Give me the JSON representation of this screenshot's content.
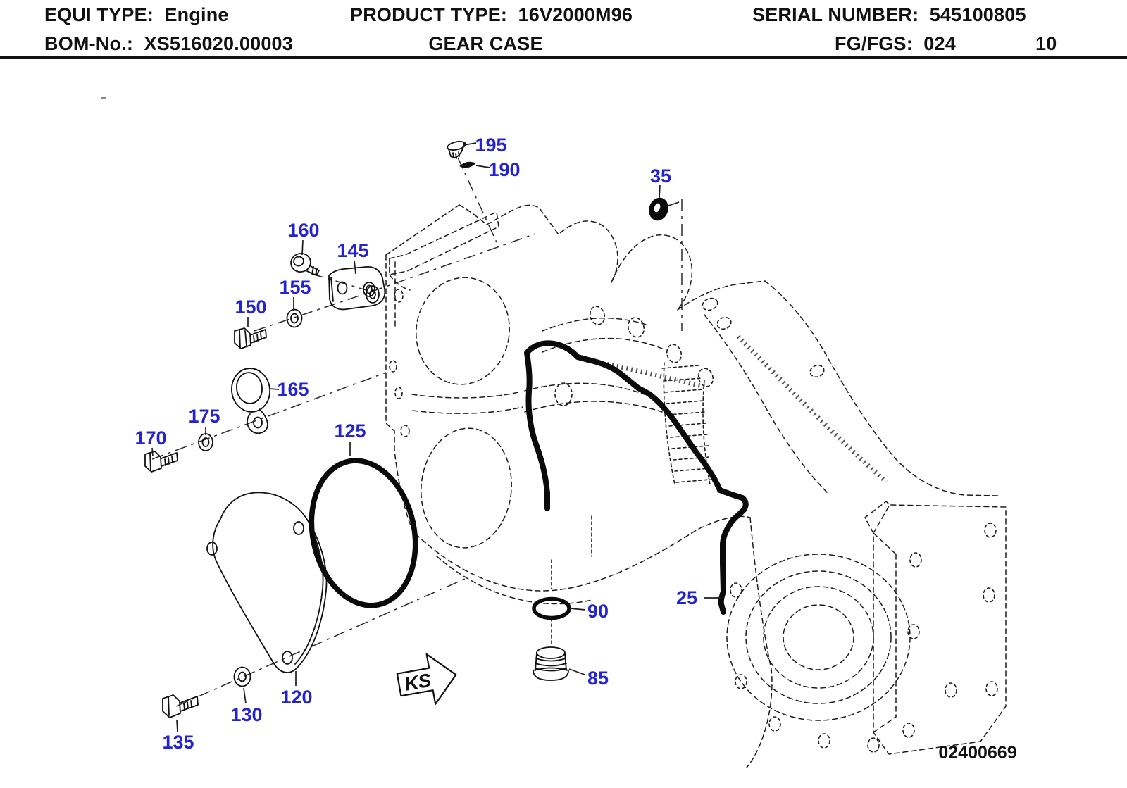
{
  "header": {
    "equi_type_label": "EQUI TYPE:",
    "equi_type_value": "Engine",
    "product_type_label": "PRODUCT TYPE:",
    "product_type_value": "16V2000M96",
    "serial_label": "SERIAL NUMBER:",
    "serial_value": "545100805",
    "bom_label": "BOM-No.:",
    "bom_value": "XS516020.00003",
    "sheet_title": "GEAR CASE",
    "fg_label": "FG/FGS:",
    "fg_value": "024",
    "page_number": "10"
  },
  "diagram": {
    "drawing_number": "02400669",
    "direction_marker": "KS",
    "colors": {
      "callout_blue": "#2424cf",
      "line_black": "#1c1c1c"
    },
    "callouts": {
      "c25": {
        "label": "25",
        "part": "gasket"
      },
      "c35": {
        "label": "35",
        "part": "seal-ring"
      },
      "c85": {
        "label": "85",
        "part": "screw-plug"
      },
      "c90": {
        "label": "90",
        "part": "o-ring"
      },
      "c120": {
        "label": "120",
        "part": "cover-plate"
      },
      "c125": {
        "label": "125",
        "part": "o-ring-large"
      },
      "c130": {
        "label": "130",
        "part": "washer"
      },
      "c135": {
        "label": "135",
        "part": "hex-bolt"
      },
      "c145": {
        "label": "145",
        "part": "bracket"
      },
      "c150": {
        "label": "150",
        "part": "hex-bolt"
      },
      "c155": {
        "label": "155",
        "part": "washer"
      },
      "c160": {
        "label": "160",
        "part": "screw-fitting"
      },
      "c165": {
        "label": "165",
        "part": "retainer-plate"
      },
      "c170": {
        "label": "170",
        "part": "hex-bolt"
      },
      "c175": {
        "label": "175",
        "part": "washer"
      },
      "c190": {
        "label": "190",
        "part": "sealing-cone"
      },
      "c195": {
        "label": "195",
        "part": "screw-plug"
      }
    }
  }
}
